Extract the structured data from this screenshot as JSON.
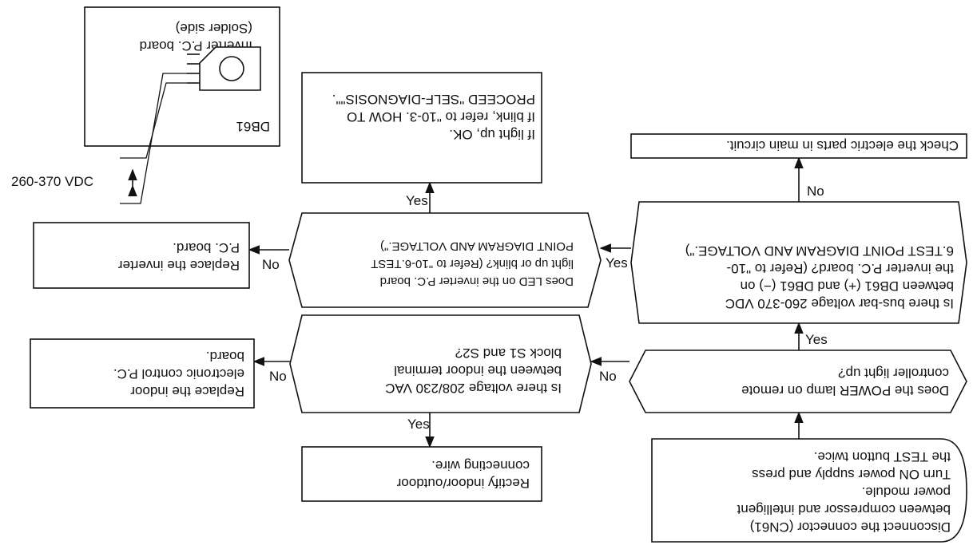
{
  "start_box": {
    "lines": [
      "Disconnect the connector (CN61)",
      "between compressor and intelligent",
      "power module.",
      "Turn ON power supply and press",
      "the TEST button twice."
    ]
  },
  "power_lamp_question": {
    "lines": [
      "Does the POWER lamp on remote",
      "controller light up?"
    ]
  },
  "voltage_question": {
    "lines": [
      "Is there voltage 208/230 VAC",
      "between the indoor terminal",
      "block S1 and S2?"
    ]
  },
  "rectify_box": {
    "lines": [
      "Rectify indoor/outdoor",
      "connecting wire."
    ]
  },
  "replace_indoor_box": {
    "lines": [
      "Replace the indoor",
      "electronic control P.C.",
      "board."
    ]
  },
  "busbar_question": {
    "lines": [
      "Is there bus-bar voltage 260-370 VDC",
      "between DB61 (+) and DB61 (−) on",
      "the inverter P.C. board? (Refer to \"10-",
      "6.TEST POINT DIAGRAM AND VOLTAGE.\")"
    ]
  },
  "check_parts_box": {
    "lines": [
      "Check the electric parts in main circuit."
    ]
  },
  "led_question": {
    "lines": [
      "Does LED on the inverter P.C. board",
      "light up or blink? (Refer to \"10-6.TEST",
      "POINT DIAGRAM AND VOLTAGE.\")"
    ]
  },
  "replace_inverter_box": {
    "lines": [
      "Replace the inverter",
      "P.C. board."
    ]
  },
  "led_result_box": {
    "lines": [
      "If light up, OK.",
      "If blink, refer to \"10-3. HOW TO",
      "PROCEED \"SELF-DIAGNOSIS\"\"."
    ]
  },
  "labels": {
    "yes": "Yes",
    "no": "No"
  },
  "inset": {
    "component": "DB61",
    "title_line1": "Inverter P.C. board",
    "title_line2": "(Solder side)",
    "voltage": "260-370 VDC"
  }
}
